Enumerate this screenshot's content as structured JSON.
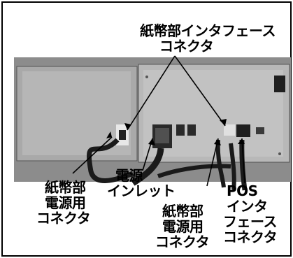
{
  "labels": {
    "top_line1": "紙幣部インタフェース",
    "top_line2": "コネクタ",
    "left_line1": "紙幣部",
    "left_line2": "電源用",
    "left_line3": "コネクタ",
    "mid_line1": "電源",
    "mid_line2": "インレット",
    "center_line1": "紙幣部",
    "center_line2": "電源用",
    "center_line3": "コネクタ",
    "right_line1": "POS",
    "right_line2": "インタ",
    "right_line3": "フェース",
    "right_line4": "コネクタ"
  },
  "colors": {
    "background": "#ffffff",
    "border": "#000000",
    "panel_left": "#a8a8a8",
    "panel_right": "#b4b4b4",
    "photo_bg": "#6e6e6e",
    "cable": "#1a1a1a"
  }
}
